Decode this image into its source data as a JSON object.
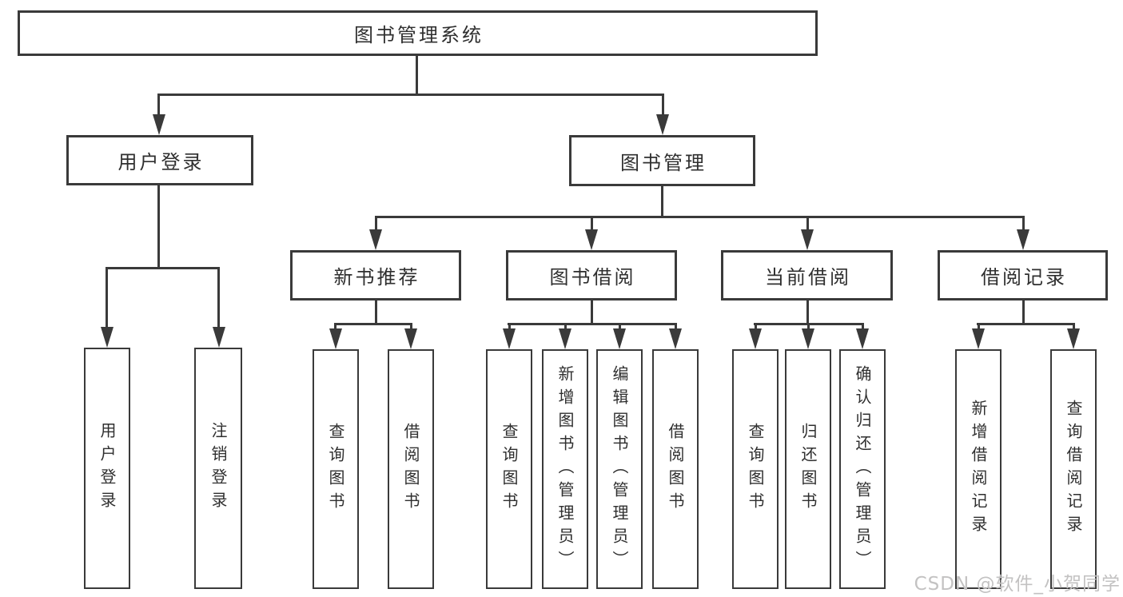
{
  "tree": {
    "root": "图书管理系统",
    "branches": [
      {
        "label": "用户登录",
        "children": [
          "用户登录",
          "注销登录"
        ]
      },
      {
        "label": "图书管理",
        "children": [
          {
            "label": "新书推荐",
            "children": [
              "查询图书",
              "借阅图书"
            ]
          },
          {
            "label": "图书借阅",
            "children": [
              "查询图书",
              "新增图书（管理员）",
              "编辑图书（管理员）",
              "借阅图书"
            ]
          },
          {
            "label": "当前借阅",
            "children": [
              "查询图书",
              "归还图书",
              "确认归还（管理员）"
            ]
          },
          {
            "label": "借阅记录",
            "children": [
              "新增借阅记录",
              "查询借阅记录"
            ]
          }
        ]
      }
    ]
  },
  "watermark": "CSDN @软件_小贺同学",
  "colors": {
    "line": "#3a3a3a",
    "text": "#2f2f2f",
    "watermark": "#c3c2c2",
    "background": "#ffffff"
  }
}
